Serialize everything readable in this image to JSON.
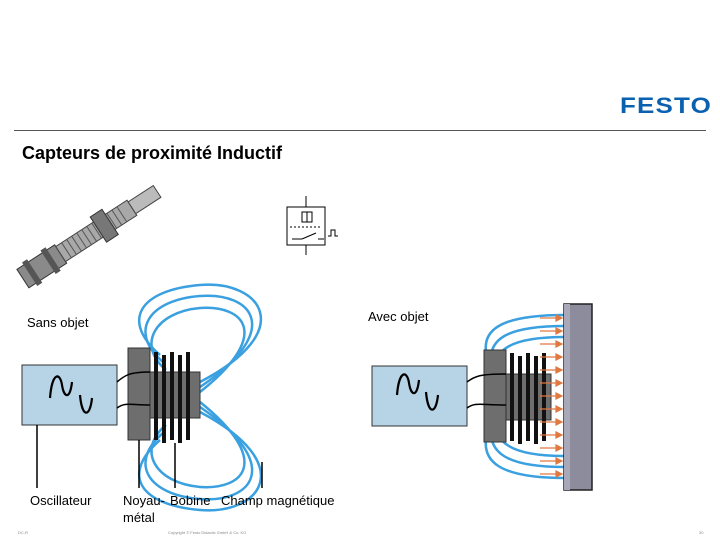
{
  "header": {
    "logo_text": "FESTO",
    "brand_color": "#0a61b0"
  },
  "title": "Capteurs de proximité Inductif",
  "labels": {
    "sans_objet": "Sans objet",
    "avec_objet": "Avec objet",
    "oscillateur": "Oscillateur",
    "noyau_metal_line1": "Noyau-",
    "noyau_metal_line2": "métal",
    "bobine": "Bobine",
    "champ": "Champ magnétique"
  },
  "footer": {
    "left": "DC-R",
    "middle": "Copyright © Festo Didactic GmbH & Co. KG",
    "right": "30"
  },
  "colors": {
    "field_lines": "#3aa0e0",
    "oscillator_fill": "#b7d3e6",
    "core_fill": "#6e6e6e",
    "arrows": "#e07840",
    "plate_fill": "#8c8c9c"
  }
}
